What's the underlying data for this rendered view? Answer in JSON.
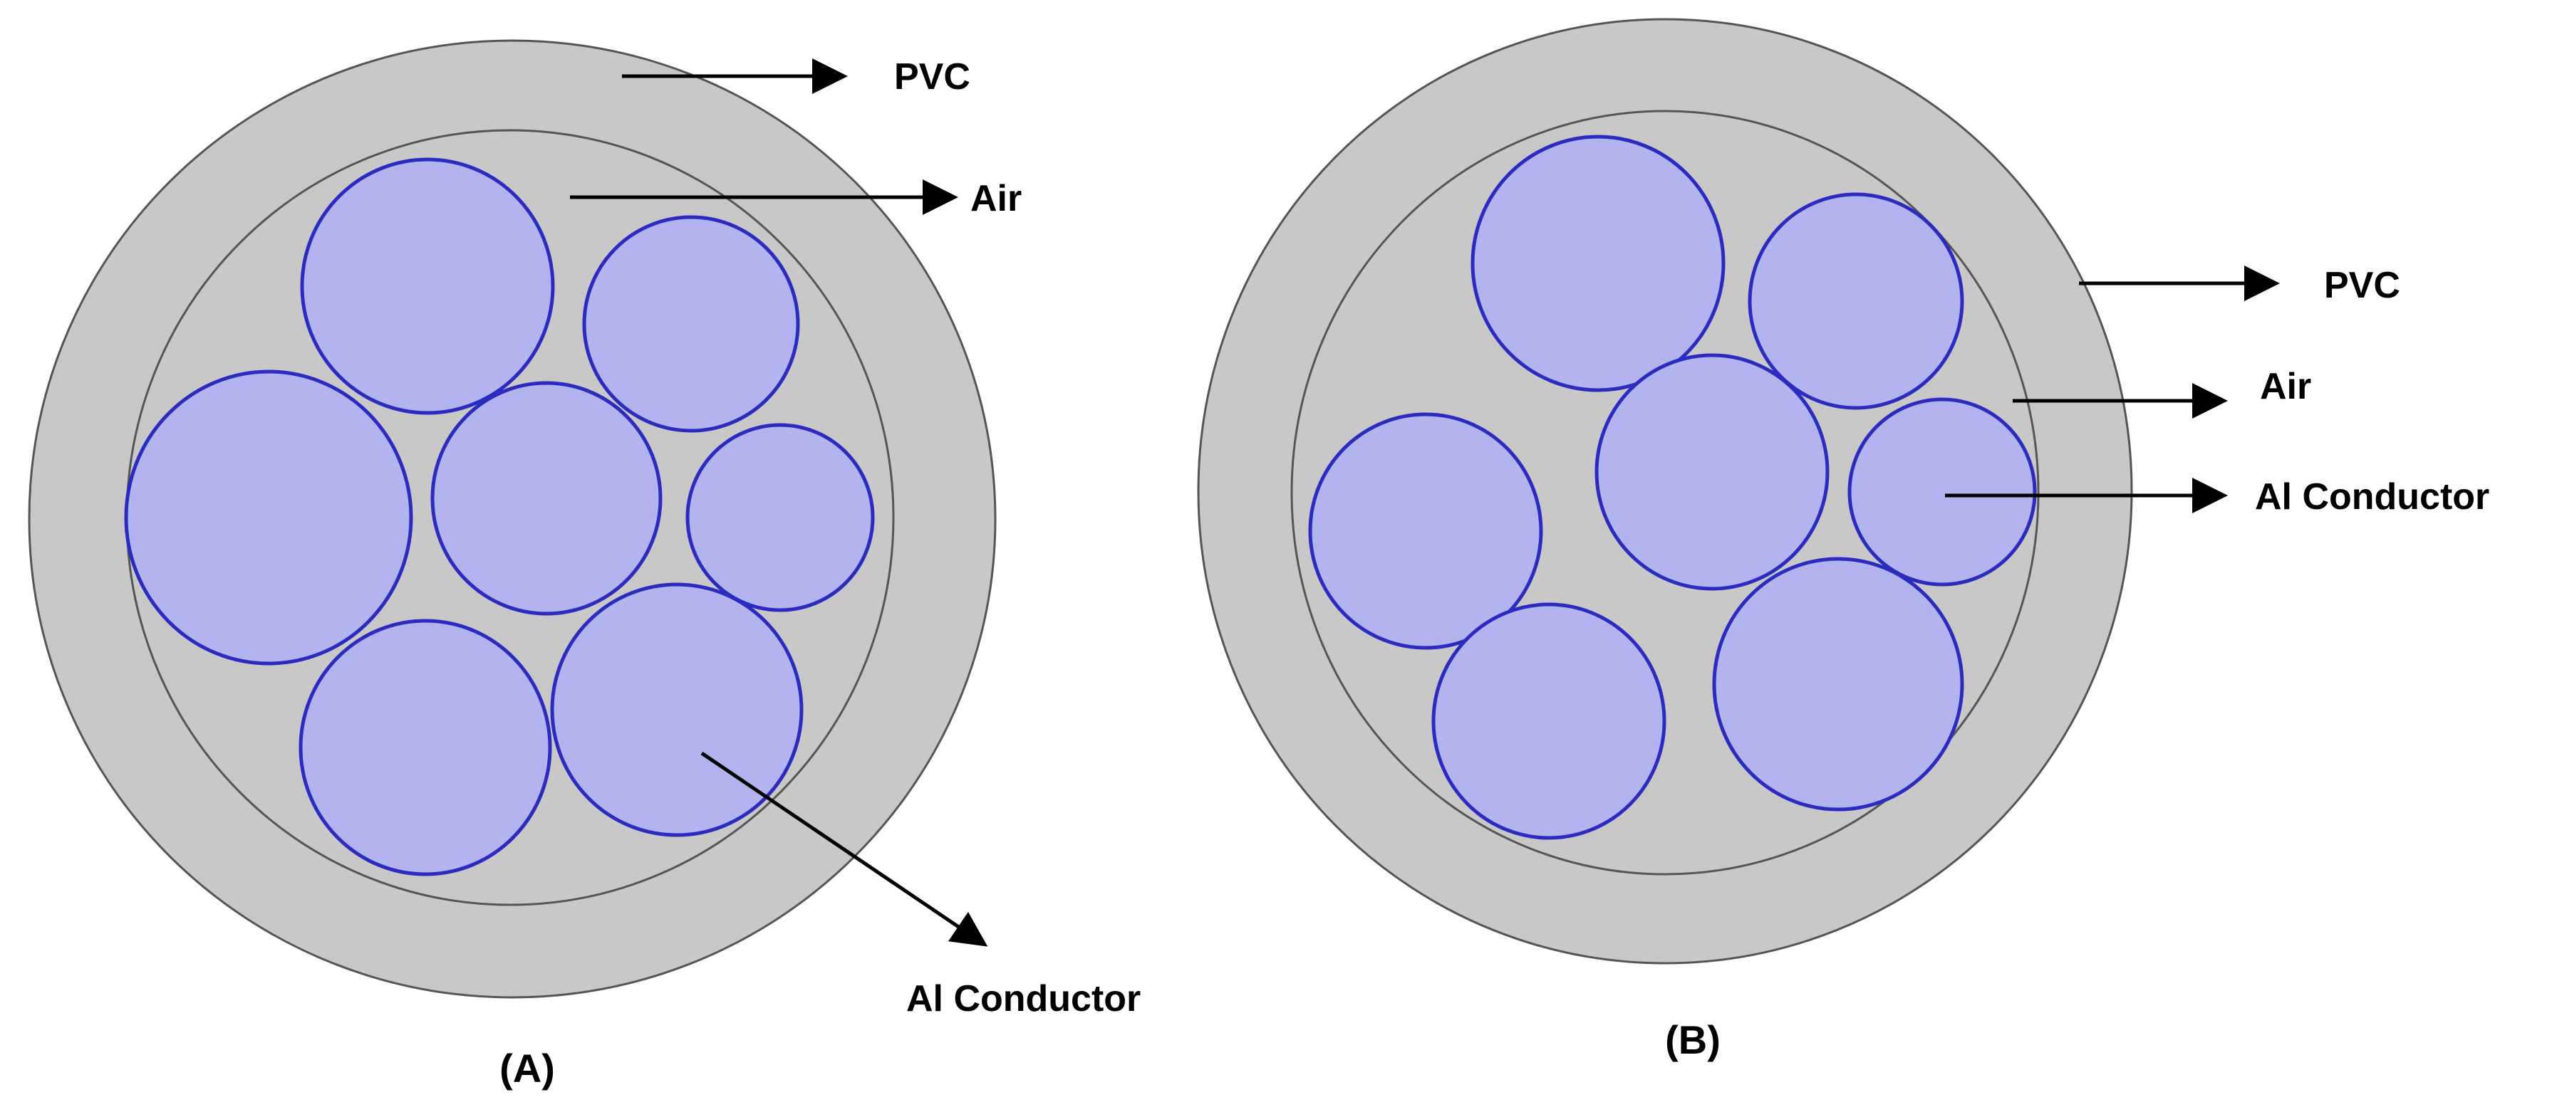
{
  "figure": {
    "colors": {
      "background": "#ffffff",
      "pvc_fill": "#c8c8c8",
      "ring_stroke": "#555555",
      "conductor_fill": "#b3b3f0",
      "conductor_stroke": "#2b2bc0",
      "arrow": "#000000"
    },
    "panels": [
      {
        "id": "A",
        "caption": "(A)",
        "conductor_count": 7,
        "labels": {
          "pvc": "PVC",
          "air": "Air",
          "conductor": "Al Conductor"
        }
      },
      {
        "id": "B",
        "caption": "(B)",
        "conductor_count": 7,
        "labels": {
          "pvc": "PVC",
          "air": "Air",
          "conductor": "Al Conductor"
        }
      }
    ]
  }
}
